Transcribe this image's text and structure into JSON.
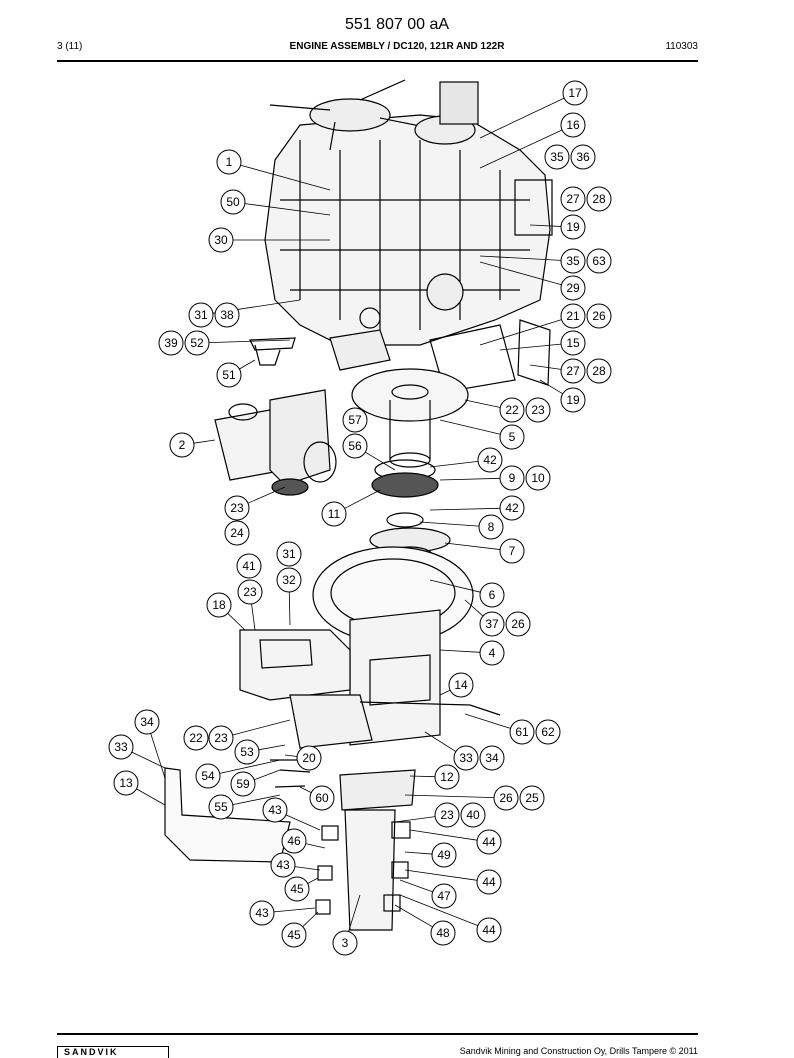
{
  "header": {
    "doc_number": "551 807 00 aA",
    "page": "3 (11)",
    "title": "ENGINE ASSEMBLY / DC120, 121R AND 122R",
    "date_code": "110303"
  },
  "footer": {
    "logo_text": "SANDVIK",
    "copyright": "Sandvik Mining and Construction Oy, Drills Tampere © 2011"
  },
  "callouts": [
    "17",
    "16",
    "35",
    "36",
    "1",
    "27",
    "28",
    "50",
    "19",
    "30",
    "35",
    "63",
    "29",
    "31",
    "38",
    "21",
    "26",
    "39",
    "52",
    "15",
    "27",
    "28",
    "51",
    "19",
    "22",
    "23",
    "57",
    "5",
    "2",
    "56",
    "42",
    "9",
    "10",
    "23",
    "42",
    "11",
    "24",
    "8",
    "7",
    "31",
    "41",
    "32",
    "23",
    "6",
    "18",
    "37",
    "26",
    "4",
    "14",
    "34",
    "22",
    "23",
    "61",
    "62",
    "33",
    "53",
    "20",
    "33",
    "34",
    "54",
    "59",
    "12",
    "13",
    "60",
    "26",
    "25",
    "55",
    "43",
    "23",
    "40",
    "46",
    "44",
    "49",
    "43",
    "44",
    "45",
    "47",
    "43",
    "48",
    "44",
    "45",
    "3"
  ]
}
